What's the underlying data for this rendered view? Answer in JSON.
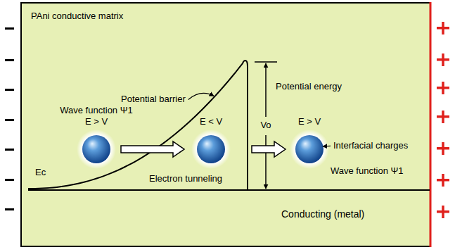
{
  "diagram": {
    "labels": [
      "PAni conductive matrix",
      "Potential barrier",
      "Wave function Ψ1",
      "E > V",
      "E < V",
      "Vo",
      "Potential energy",
      "E > V",
      "Interfacial charges",
      "Wave function Ψ1",
      "Ec",
      "Electron tunneling",
      "Conducting (metal)"
    ]
  }
}
